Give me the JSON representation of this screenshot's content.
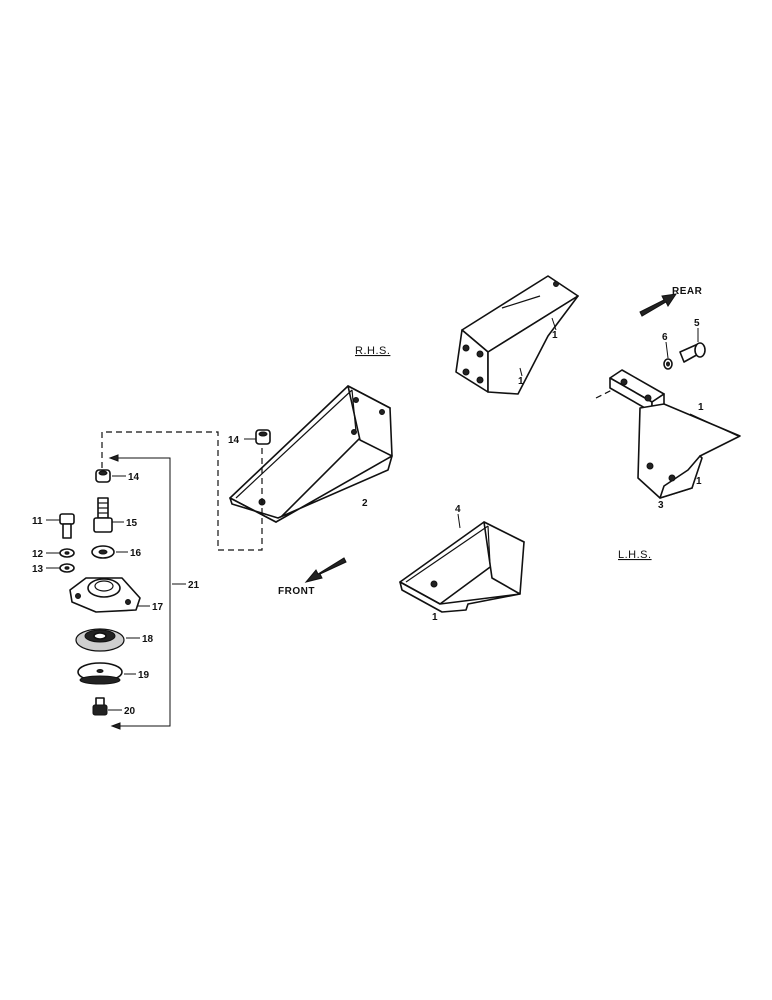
{
  "labels": {
    "rhs": "R.H.S.",
    "lhs": "L.H.S.",
    "front": "FRONT",
    "rear": "REAR"
  },
  "callouts": {
    "c1a": "1",
    "c1b": "1",
    "c1c": "1",
    "c1d": "1",
    "c1e": "1",
    "c2": "2",
    "c3": "3",
    "c4": "4",
    "c5": "5",
    "c6": "6",
    "c11": "11",
    "c12": "12",
    "c13": "13",
    "c14a": "14",
    "c14b": "14",
    "c15": "15",
    "c16": "16",
    "c17": "17",
    "c18": "18",
    "c19": "19",
    "c20": "20",
    "c21": "21"
  }
}
